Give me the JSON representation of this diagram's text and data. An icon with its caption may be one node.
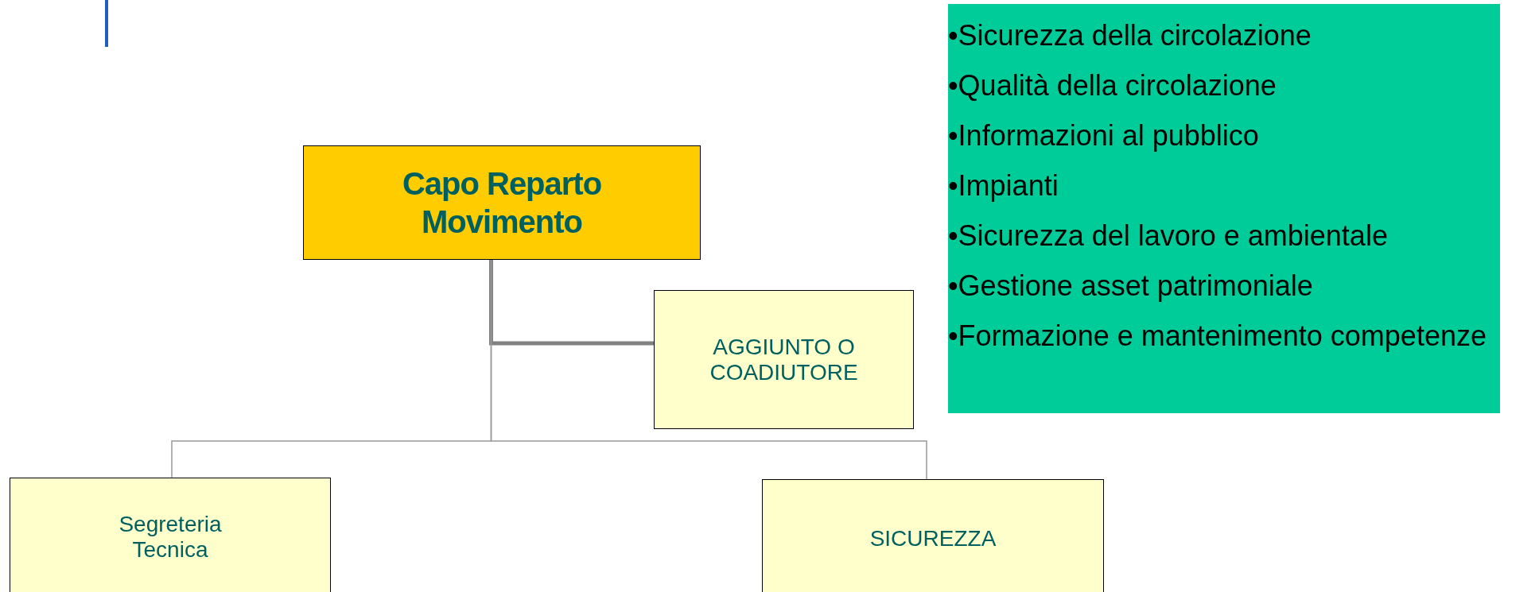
{
  "diagram": {
    "nodes": [
      {
        "text": [
          "Capo Reparto Movimento"
        ]
      },
      {
        "text": [
          "AGGIUNTO O COADIUTORE"
        ]
      },
      {
        "text": [
          "Segreteria Tecnica"
        ]
      },
      {
        "text": [
          "SICUREZZA"
        ]
      },
      {
        "text": [
          "•Sicurezza della circolazione",
          "•Qualità della circolazione",
          "•Informazioni al pubblico",
          "•Impianti",
          "•Sicurezza del lavoro e ambientale",
          "•Gestione asset patrimoniale",
          "•Formazione e mantenimento competenze"
        ]
      }
    ],
    "edges": [
      {
        "from": 0,
        "to": 1,
        "arrow": "none",
        "style": "thick"
      },
      {
        "from": 0,
        "to": 2,
        "arrow": "none"
      },
      {
        "from": 0,
        "to": 3,
        "arrow": "none"
      }
    ]
  }
}
